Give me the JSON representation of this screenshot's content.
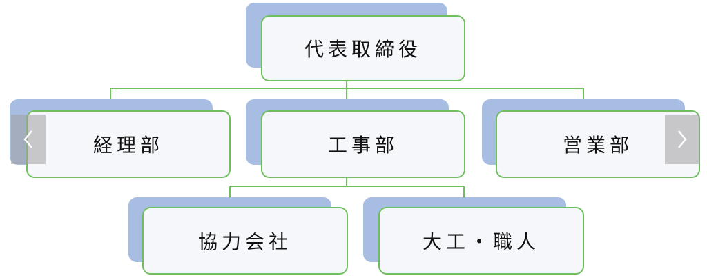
{
  "org_chart": {
    "root": {
      "label": "代表取締役"
    },
    "departments": [
      {
        "label": "経理部"
      },
      {
        "label": "工事部"
      },
      {
        "label": "営業部"
      }
    ],
    "sub_units": [
      {
        "label": "協力会社"
      },
      {
        "label": "大工・職人"
      }
    ]
  },
  "colors": {
    "shadow": "#a8bde2",
    "card_border": "#6fbf5f",
    "card_fill": "#f6f7fb",
    "connector": "#6fbf5f"
  },
  "carousel": {
    "prev_icon": "chevron-left-icon",
    "next_icon": "chevron-right-icon"
  }
}
